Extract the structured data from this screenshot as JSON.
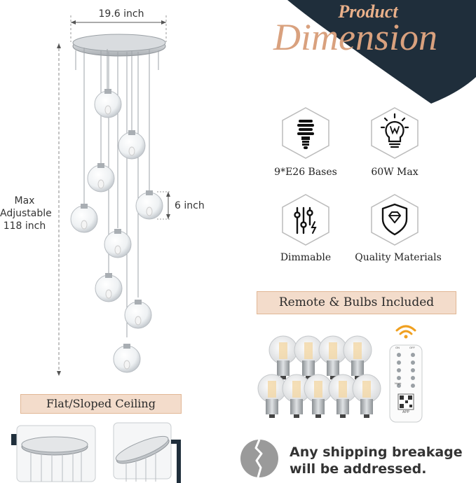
{
  "header": {
    "title_small": "Product",
    "title_large": "Dimension"
  },
  "dimensions": {
    "width": "19.6 inch",
    "height_line1": "Max",
    "height_line2": "Adjustable",
    "height_line3": "118 inch",
    "globe": "6 inch"
  },
  "features": [
    {
      "label": "9*E26 Bases",
      "icon": "bulb-icon"
    },
    {
      "label": "60W Max",
      "icon": "lightbulb-watt-icon"
    },
    {
      "label": "Dimmable",
      "icon": "dimmer-sliders-icon"
    },
    {
      "label": "Quality Materials",
      "icon": "diamond-shield-icon"
    }
  ],
  "banners": {
    "remote": "Remote & Bulbs Included",
    "ceiling": "Flat/Sloped Ceiling"
  },
  "remote": {
    "labels": [
      "ON",
      "OFF",
      "Night",
      "APP"
    ]
  },
  "shipping": {
    "line1": "Any shipping breakage",
    "line2": "will be addressed."
  },
  "colors": {
    "navy": "#1f2e3b",
    "accent": "#d9a17e",
    "pill": "#f3dccb"
  }
}
